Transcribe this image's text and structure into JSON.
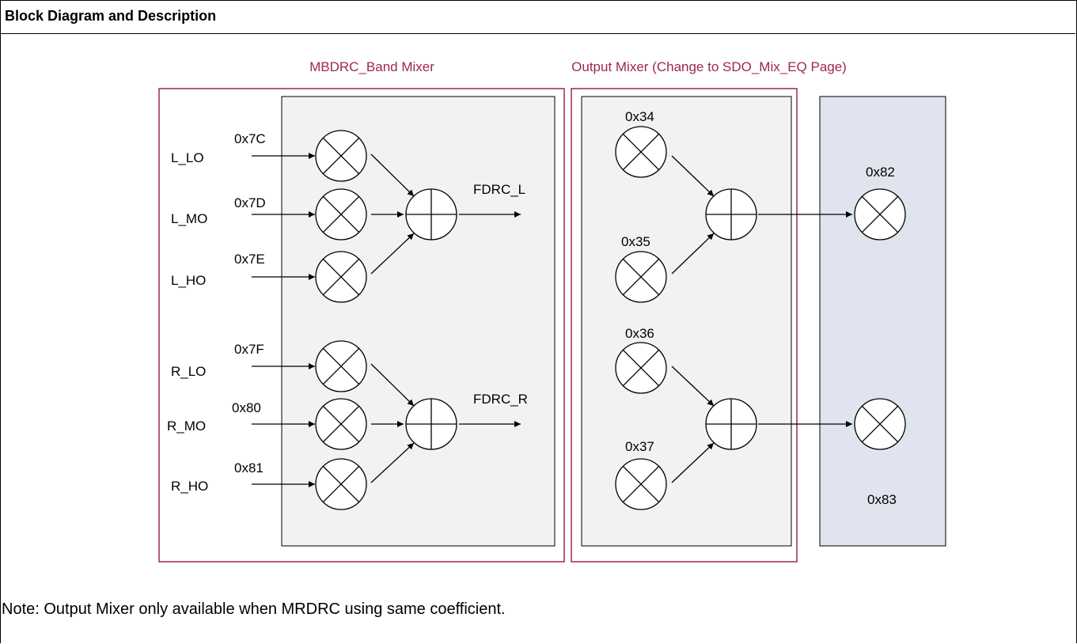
{
  "header": {
    "title": "Block Diagram and Description"
  },
  "diagram": {
    "mbdrc_label": "MBDRC_Band Mixer",
    "output_mixer_label": "Output Mixer (Change to SDO_Mix_EQ Page)",
    "inputs": [
      {
        "name": "L_LO",
        "reg": "0x7C"
      },
      {
        "name": "L_MO",
        "reg": "0x7D"
      },
      {
        "name": "L_HO",
        "reg": "0x7E"
      },
      {
        "name": "R_LO",
        "reg": "0x7F"
      },
      {
        "name": "R_MO",
        "reg": "0x80"
      },
      {
        "name": "R_HO",
        "reg": "0x81"
      }
    ],
    "outputs": {
      "left": "FDRC_L",
      "right": "FDRC_R"
    },
    "output_mixer_regs": [
      "0x34",
      "0x35",
      "0x36",
      "0x37"
    ],
    "final_regs": [
      "0x82",
      "0x83"
    ],
    "colors": {
      "group_border": "#a0274a",
      "panel_fill": "#f2f2f2",
      "final_panel_fill": "#dfe4ee"
    }
  },
  "note": "Note: Output Mixer only available when MRDRC using same coefficient."
}
